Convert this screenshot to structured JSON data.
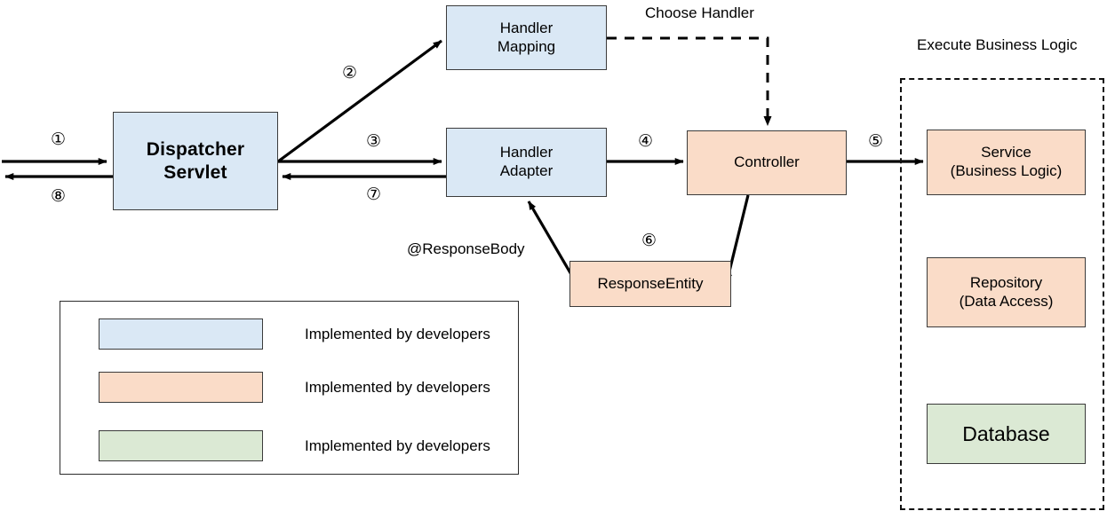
{
  "diagram": {
    "title_texts": {
      "choose_handler": "Choose Handler",
      "execute_business_logic": "Execute Business Logic",
      "response_body": "@ResponseBody"
    },
    "nodes": [
      {
        "id": "dispatcher-servlet",
        "label": "Dispatcher\nServlet",
        "color": "blue"
      },
      {
        "id": "handler-mapping",
        "label": "Handler\nMapping",
        "color": "blue"
      },
      {
        "id": "handler-adapter",
        "label": "Handler\nAdapter",
        "color": "blue"
      },
      {
        "id": "controller",
        "label": "Controller",
        "color": "orange"
      },
      {
        "id": "response-entity",
        "label": "ResponseEntity",
        "color": "orange"
      },
      {
        "id": "service",
        "label": "Service\n(Business Logic)",
        "color": "orange"
      },
      {
        "id": "repository",
        "label": "Repository\n(Data Access)",
        "color": "orange"
      },
      {
        "id": "database",
        "label": "Database",
        "color": "green"
      }
    ],
    "step_numbers": [
      {
        "id": "step-1",
        "label": "①"
      },
      {
        "id": "step-2",
        "label": "②"
      },
      {
        "id": "step-3",
        "label": "③"
      },
      {
        "id": "step-4",
        "label": "④"
      },
      {
        "id": "step-5",
        "label": "⑤"
      },
      {
        "id": "step-6",
        "label": "⑥"
      },
      {
        "id": "step-7",
        "label": "⑦"
      },
      {
        "id": "step-8",
        "label": "⑧"
      }
    ],
    "legend": {
      "items": [
        {
          "color": "blue",
          "label": "Implemented by developers"
        },
        {
          "color": "orange",
          "label": "Implemented by developers"
        },
        {
          "color": "green",
          "label": "Implemented by developers"
        }
      ]
    },
    "colors": {
      "blue": "#dae8f5",
      "orange": "#fadcc8",
      "green": "#dbe9d4",
      "stroke": "#3b3b3b",
      "line": "#000000",
      "background": "#ffffff"
    }
  }
}
